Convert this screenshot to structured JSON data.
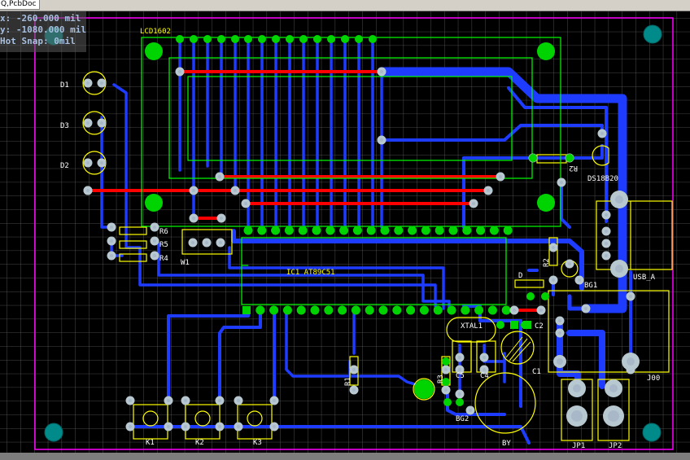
{
  "window": {
    "doc_tab_label": "Q,PcbDoc"
  },
  "coords": {
    "x_line": "x:  -260.000  mil",
    "y_line": "y:  -1080.000  mil",
    "snap_line": "Hot Snap: 0mil"
  },
  "pcb": {
    "colors": {
      "board_bg": "#000000",
      "grid": "#5a5a5a",
      "board_outline": "#ff00ff",
      "top_trace": "#ff0000",
      "bottom_trace": "#1e3cff",
      "overlay": "#ffff00",
      "keepout_green": "#00ff00",
      "pad": "#00e000",
      "via": "#008a8a",
      "pad_hole": "#a0b0c0"
    },
    "designators": {
      "lcd": "LCD1602",
      "ic": "IC1 AT89C51",
      "d1": "D1",
      "d2": "D2",
      "d3": "D3",
      "r6": "R6",
      "r5": "R5",
      "r4": "R4",
      "w1": "W1",
      "r2_mirror": "R2",
      "r2": "R2",
      "ds": "DS18B20",
      "usb": "USB_A",
      "d": "D",
      "bg1": "BG1",
      "xtal": "XTAL1",
      "c2": "C2",
      "c1": "C1",
      "c5": "C5",
      "c4": "C4",
      "r1": "R1",
      "r3": "R3",
      "bg2": "BG2",
      "by": "BY",
      "j00": "J00",
      "jp1": "JP1",
      "jp2": "JP2",
      "k1": "K1",
      "k2": "K2",
      "k3": "K3"
    }
  }
}
